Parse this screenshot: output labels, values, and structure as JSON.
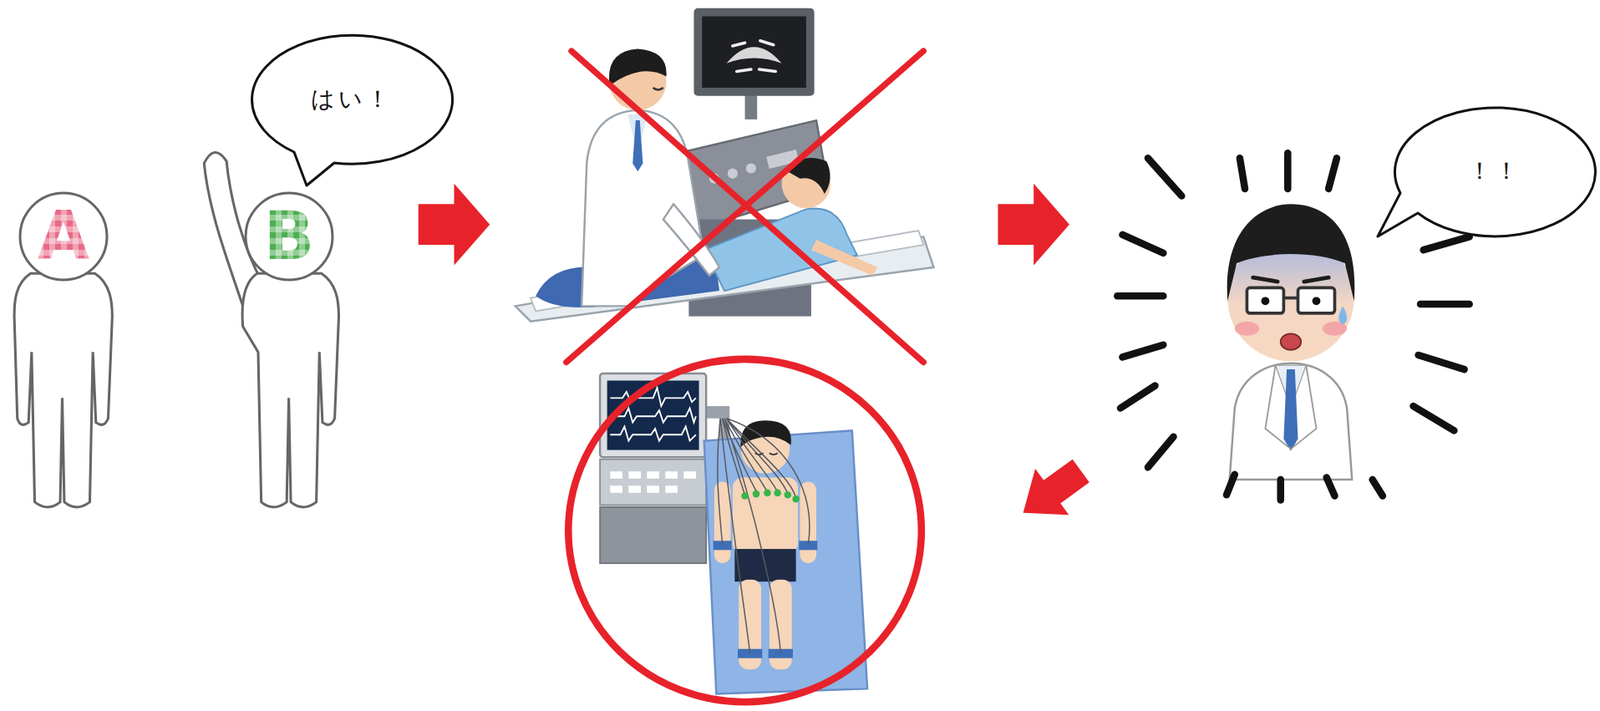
{
  "diagram": {
    "nodes": [
      {
        "text": [
          "A"
        ]
      },
      {
        "text": [
          "B"
        ]
      },
      {
        "text": [
          "はい！"
        ]
      },
      {
        "text": [
          "！！"
        ]
      }
    ]
  }
}
